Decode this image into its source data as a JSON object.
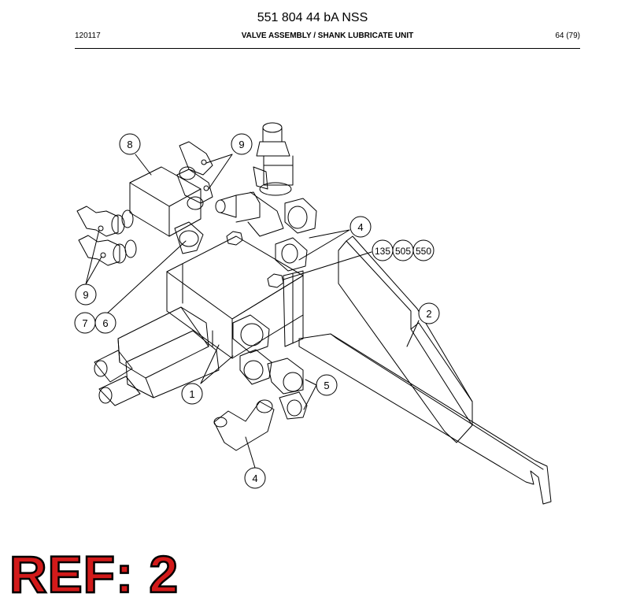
{
  "header": {
    "document_number": "551 804 44 bA NSS",
    "date_code": "120117",
    "title": "VALVE ASSEMBLY / SHANK LUBRICATE UNIT",
    "page": "64 (79)"
  },
  "callouts": {
    "c8": "8",
    "c9_top": "9",
    "c9_left": "9",
    "c4_top": "4",
    "c135": "135",
    "c505": "505",
    "c550": "550",
    "c2": "2",
    "c7": "7",
    "c6": "6",
    "c1": "1",
    "c5": "5",
    "c4_bottom": "4"
  },
  "reference": {
    "label": "REF: 2"
  },
  "colors": {
    "ref_fill": "#d21a1a",
    "line": "#000000"
  }
}
